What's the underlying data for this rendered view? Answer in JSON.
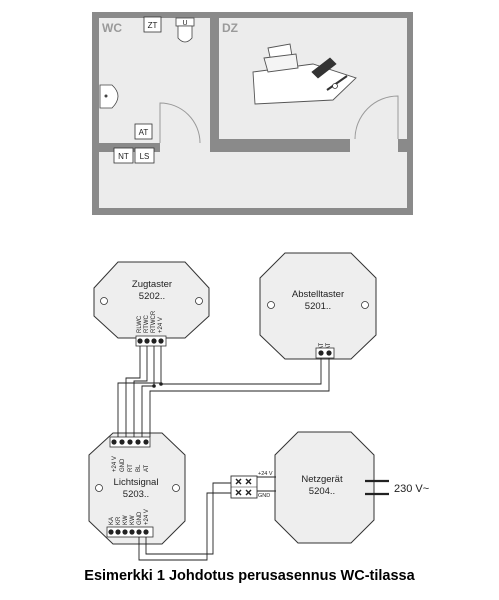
{
  "floorplan": {
    "room_wc": "WC",
    "room_dz": "DZ",
    "labels": {
      "zt": "ZT",
      "u": "U",
      "at": "AT",
      "nt": "NT",
      "ls": "LS"
    }
  },
  "modules": {
    "zugtaster": {
      "name": "Zugtaster",
      "code": "5202..",
      "terminals": [
        "RLWC",
        "RTWC",
        "RTWCR",
        "+24 V"
      ]
    },
    "abstelltaster": {
      "name": "Abstelltaster",
      "code": "5201..",
      "terminals": [
        "AT",
        "AT"
      ]
    },
    "lichtsignal": {
      "name": "Lichtsignal",
      "code": "5203..",
      "top_terminals": [
        "+24 V",
        "GND",
        "RT",
        "BL",
        "AT"
      ],
      "bottom_terminals": [
        "KA",
        "KR",
        "KW",
        "KW",
        "GND",
        "+24 V"
      ]
    },
    "netzgeraet": {
      "name": "Netzgerät",
      "code": "5204..",
      "in_labels": [
        "+24 V",
        "GND"
      ],
      "mains": "230 V~"
    }
  },
  "caption": "Esimerkki 1 Johdotus perusasennus WC-tilassa",
  "colors": {
    "line": "#222222",
    "wall": "#8a8a8a",
    "floor": "#e8e8e8",
    "module_fill": "#eeeeee"
  }
}
